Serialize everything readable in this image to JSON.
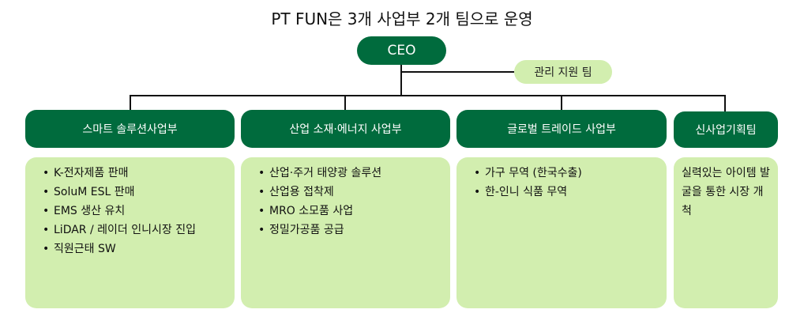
{
  "title": "PT FUN은 3개 사업부 2개 팀으로 운영",
  "ceo": "CEO",
  "management_team": "관리 지원 팀",
  "divisions": [
    {
      "name": "스마트 솔루션사업부",
      "items": [
        "K-전자제품 판매",
        "SoluM ESL 판매",
        "EMS 생산 유치",
        "LiDAR / 레이더 인니시장 진입",
        "직원근태 SW"
      ]
    },
    {
      "name": "산업 소재·에너지 사업부",
      "items": [
        "산업·주거 태양광 솔루션",
        "산업용 접착제",
        "MRO 소모품 사업",
        "정밀가공품 공급"
      ]
    },
    {
      "name": "글로벌 트레이드 사업부",
      "items": [
        "가구 무역 (한국수출)",
        "한-인니 식품 무역"
      ]
    },
    {
      "name": "신사업기획팀",
      "description": "실력있는 아이템 발굴을 통한 시장 개척"
    }
  ],
  "colors": {
    "dark_green": "#006b3d",
    "light_green": "#d2eeaf",
    "line": "#111111"
  }
}
